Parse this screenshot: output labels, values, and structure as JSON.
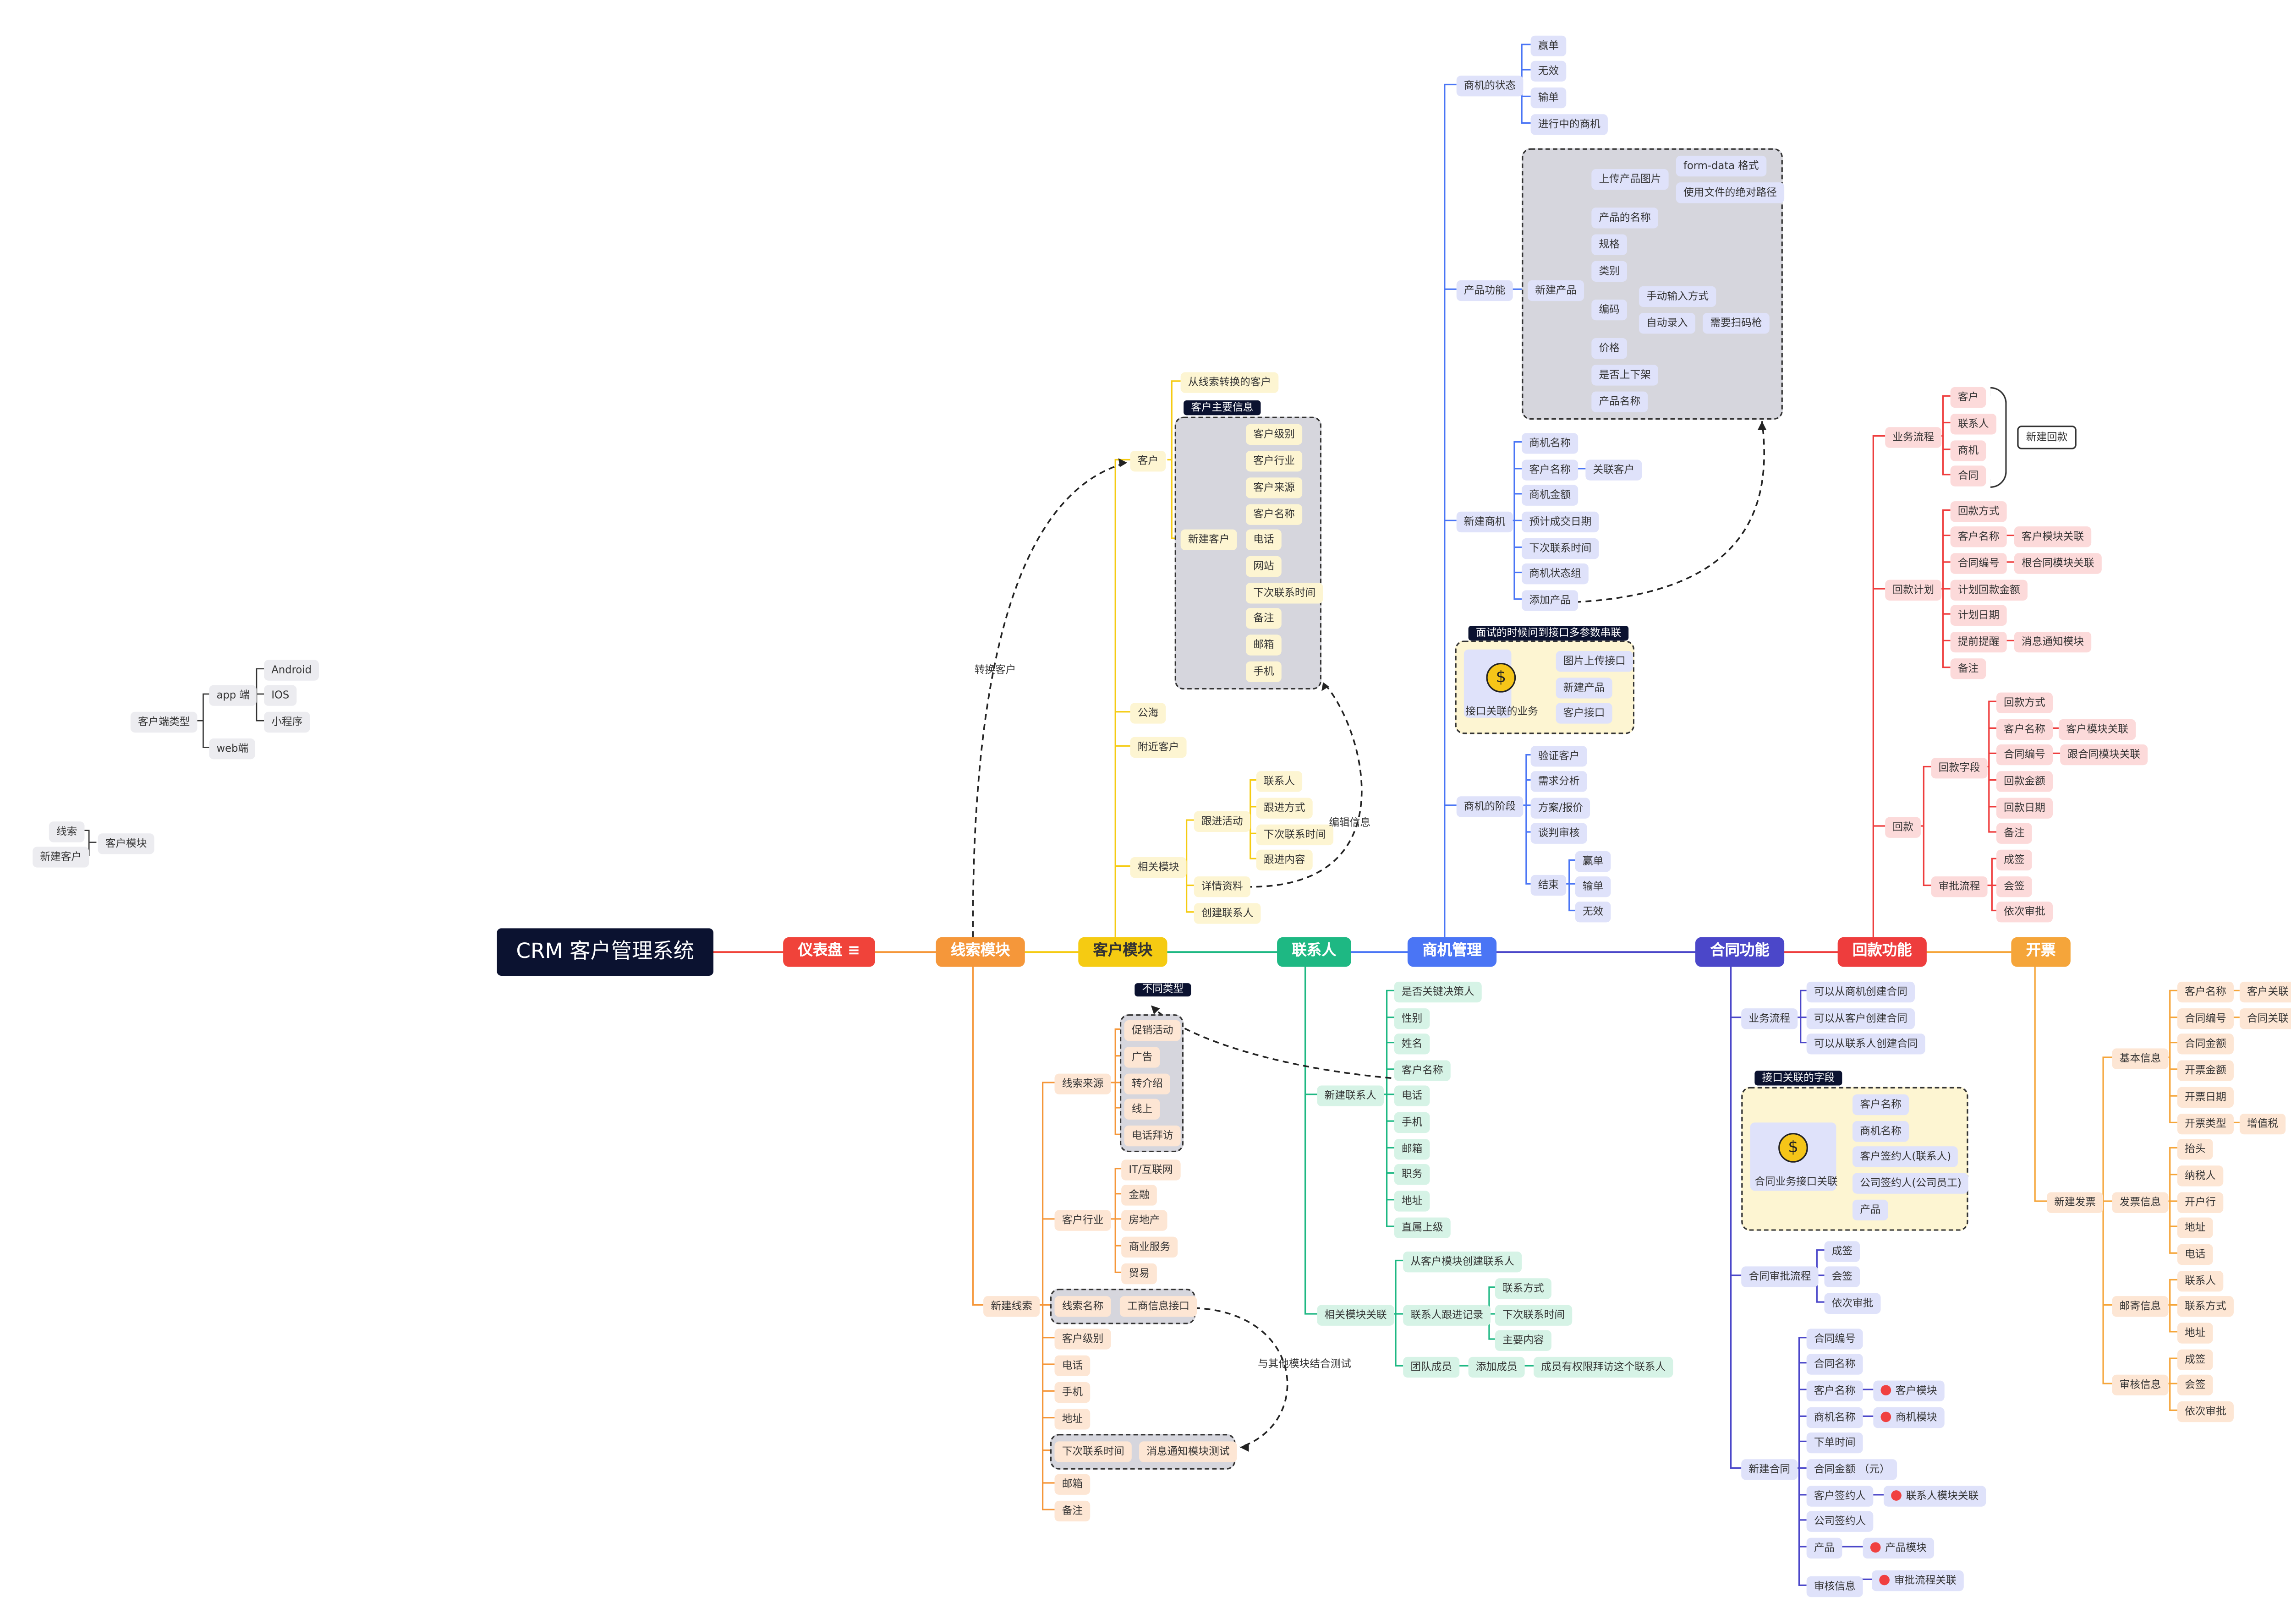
{
  "root": "CRM 客户管理系统",
  "main": {
    "dashboard": "仪表盘",
    "leads": "线索模块",
    "customer": "客户模块",
    "contacts": "联系人",
    "opportunity": "商机管理",
    "contract": "合同功能",
    "payment": "回款功能",
    "invoice": "开票"
  },
  "client_types": {
    "root": "客户端类型",
    "app": "app 端",
    "android": "Android",
    "ios": "IOS",
    "mini": "小程序",
    "web": "web端"
  },
  "customer_module_small": {
    "root": "客户模块",
    "a": "线索",
    "b": "新建客户"
  },
  "customer": {
    "kehu": "客户",
    "from_leads": "从线索转换的客户",
    "main_info_tag": "客户主要信息",
    "new_customer": "新建客户",
    "fields": [
      "客户级别",
      "客户行业",
      "客户来源",
      "客户名称",
      "电话",
      "网站",
      "下次联系时间",
      "备注",
      "邮箱",
      "手机"
    ],
    "public": "公海",
    "nearby": "附近客户",
    "related": "相关模块",
    "follow": "跟进活动",
    "follow_items": [
      "联系人",
      "跟进方式",
      "下次联系时间",
      "跟进内容"
    ],
    "detail": "详情资料",
    "create_contact": "创建联系人",
    "edit_label": "编辑信息",
    "convert_label": "转换客户"
  },
  "contacts": {
    "new": "新建联系人",
    "fields": [
      "是否关键决策人",
      "性别",
      "姓名",
      "客户名称",
      "电话",
      "手机",
      "邮箱",
      "职务",
      "地址",
      "直属上级"
    ],
    "rel": "相关模块关联",
    "from_customer": "从客户模块创建联系人",
    "follow_log": "联系人跟进记录",
    "follow_items": [
      "联系方式",
      "下次联系时间",
      "主要内容"
    ],
    "team": "团队成员",
    "add_member": "添加成员",
    "member_note": "成员有权限拜访这个联系人"
  },
  "leads": {
    "source": "线索来源",
    "diff_type": "不同类型",
    "sources": [
      "促销活动",
      "广告",
      "转介绍",
      "线上",
      "电话拜访"
    ],
    "industry": "客户行业",
    "industries": [
      "IT/互联网",
      "金融",
      "房地产",
      "商业服务",
      "贸易"
    ],
    "new": "新建线索",
    "name": "线索名称",
    "biz_api": "工商信息接口",
    "fields": [
      "客户级别",
      "电话",
      "手机",
      "地址"
    ],
    "next_time": "下次联系时间",
    "msg_test": "消息通知模块测试",
    "email": "邮箱",
    "remark": "备注",
    "combine_test": "与其他模块结合测试"
  },
  "opportunity": {
    "status": "商机的状态",
    "statuses": [
      "赢单",
      "无效",
      "输单",
      "进行中的商机"
    ],
    "product": "产品功能",
    "new_product": "新建产品",
    "upload_img": "上传产品图片",
    "form_data": "form-data 格式",
    "abs_path": "使用文件的绝对路径",
    "pfields": [
      "产品的名称",
      "规格",
      "类别"
    ],
    "code": "编码",
    "manual": "手动输入方式",
    "auto": "自动录入",
    "scanner": "需要扫码枪",
    "pfields2": [
      "价格",
      "是否上下架",
      "产品名称"
    ],
    "new_opp": "新建商机",
    "ofields": [
      "商机名称",
      "客户名称",
      "商机金额",
      "预计成交日期",
      "下次联系时间",
      "商机状态组",
      "添加产品"
    ],
    "link_customer": "关联客户",
    "api_tag": "面试的时候问到接口多参数串联",
    "api_biz": "接口关联的业务",
    "apis": [
      "图片上传接口",
      "新建产品",
      "客户接口"
    ],
    "stage": "商机的阶段",
    "stages": [
      "验证客户",
      "需求分析",
      "方案/报价",
      "谈判审核"
    ],
    "end": "结束",
    "ends": [
      "赢单",
      "输单",
      "无效"
    ]
  },
  "contract": {
    "flow": "业务流程",
    "flows": [
      "可以从商机创建合同",
      "可以从客户创建合同",
      "可以从联系人创建合同"
    ],
    "api_tag": "接口关联的字段",
    "biz_api": "合同业务接口关联",
    "api_fields": [
      "客户名称",
      "商机名称",
      "客户签约人(联系人)",
      "公司签约人(公司员工)",
      "产品"
    ],
    "approval": "合同审批流程",
    "approvals": [
      "成签",
      "会签",
      "依次审批"
    ],
    "new": "新建合同",
    "fields": [
      "合同编号",
      "合同名称",
      "客户名称",
      "商机名称",
      "下单时间",
      "合同金额 （元）",
      "客户签约人",
      "公司签约人",
      "产品",
      "审核信息"
    ],
    "links": {
      "customer": "客户模块",
      "opp": "商机模块",
      "contact": "联系人模块关联",
      "product": "产品模块",
      "approval": "审批流程关联"
    }
  },
  "payment": {
    "flow": "业务流程",
    "flow_items": [
      "客户",
      "联系人",
      "商机",
      "合同"
    ],
    "new_payment": "新建回款",
    "plan": "回款计划",
    "plan_items": [
      "回款方式",
      "客户名称",
      "合同编号",
      "计划回款金额",
      "计划日期",
      "提前提醒",
      "备注"
    ],
    "cust_link": "客户模块关联",
    "contract_link": "根合同模块关联",
    "msg_link": "消息通知模块",
    "payment": "回款",
    "fields_group": "回款字段",
    "fields": [
      "回款方式",
      "客户名称",
      "合同编号",
      "回款金额",
      "回款日期",
      "备注"
    ],
    "cust_link2": "客户模块关联",
    "contract_link2": "跟合同模块关联",
    "approval": "审批流程",
    "approvals": [
      "成签",
      "会签",
      "依次审批"
    ]
  },
  "invoice": {
    "new": "新建发票",
    "basic": "基本信息",
    "basic_items": [
      "客户名称",
      "合同编号",
      "合同金额",
      "开票金额",
      "开票日期",
      "开票类型"
    ],
    "cust_link": "客户关联",
    "contract_link": "合同关联",
    "vat": "增值税",
    "invoice_info": "发票信息",
    "invoice_items": [
      "抬头",
      "纳税人",
      "开户行",
      "地址",
      "电话"
    ],
    "mail_info": "邮寄信息",
    "mail_items": [
      "联系人",
      "联系方式",
      "地址"
    ],
    "review": "审核信息",
    "review_items": [
      "成签",
      "会签",
      "依次审批"
    ]
  },
  "colors": {
    "dashboard": "#f0433a",
    "leads": "#f5973a",
    "customer": "#f5cb12",
    "contacts": "#1eb883",
    "opportunity": "#4a75f5",
    "contract": "#4b47c9",
    "payment": "#ee3d3d",
    "invoice": "#f5a53a",
    "root": "#0b1230"
  }
}
